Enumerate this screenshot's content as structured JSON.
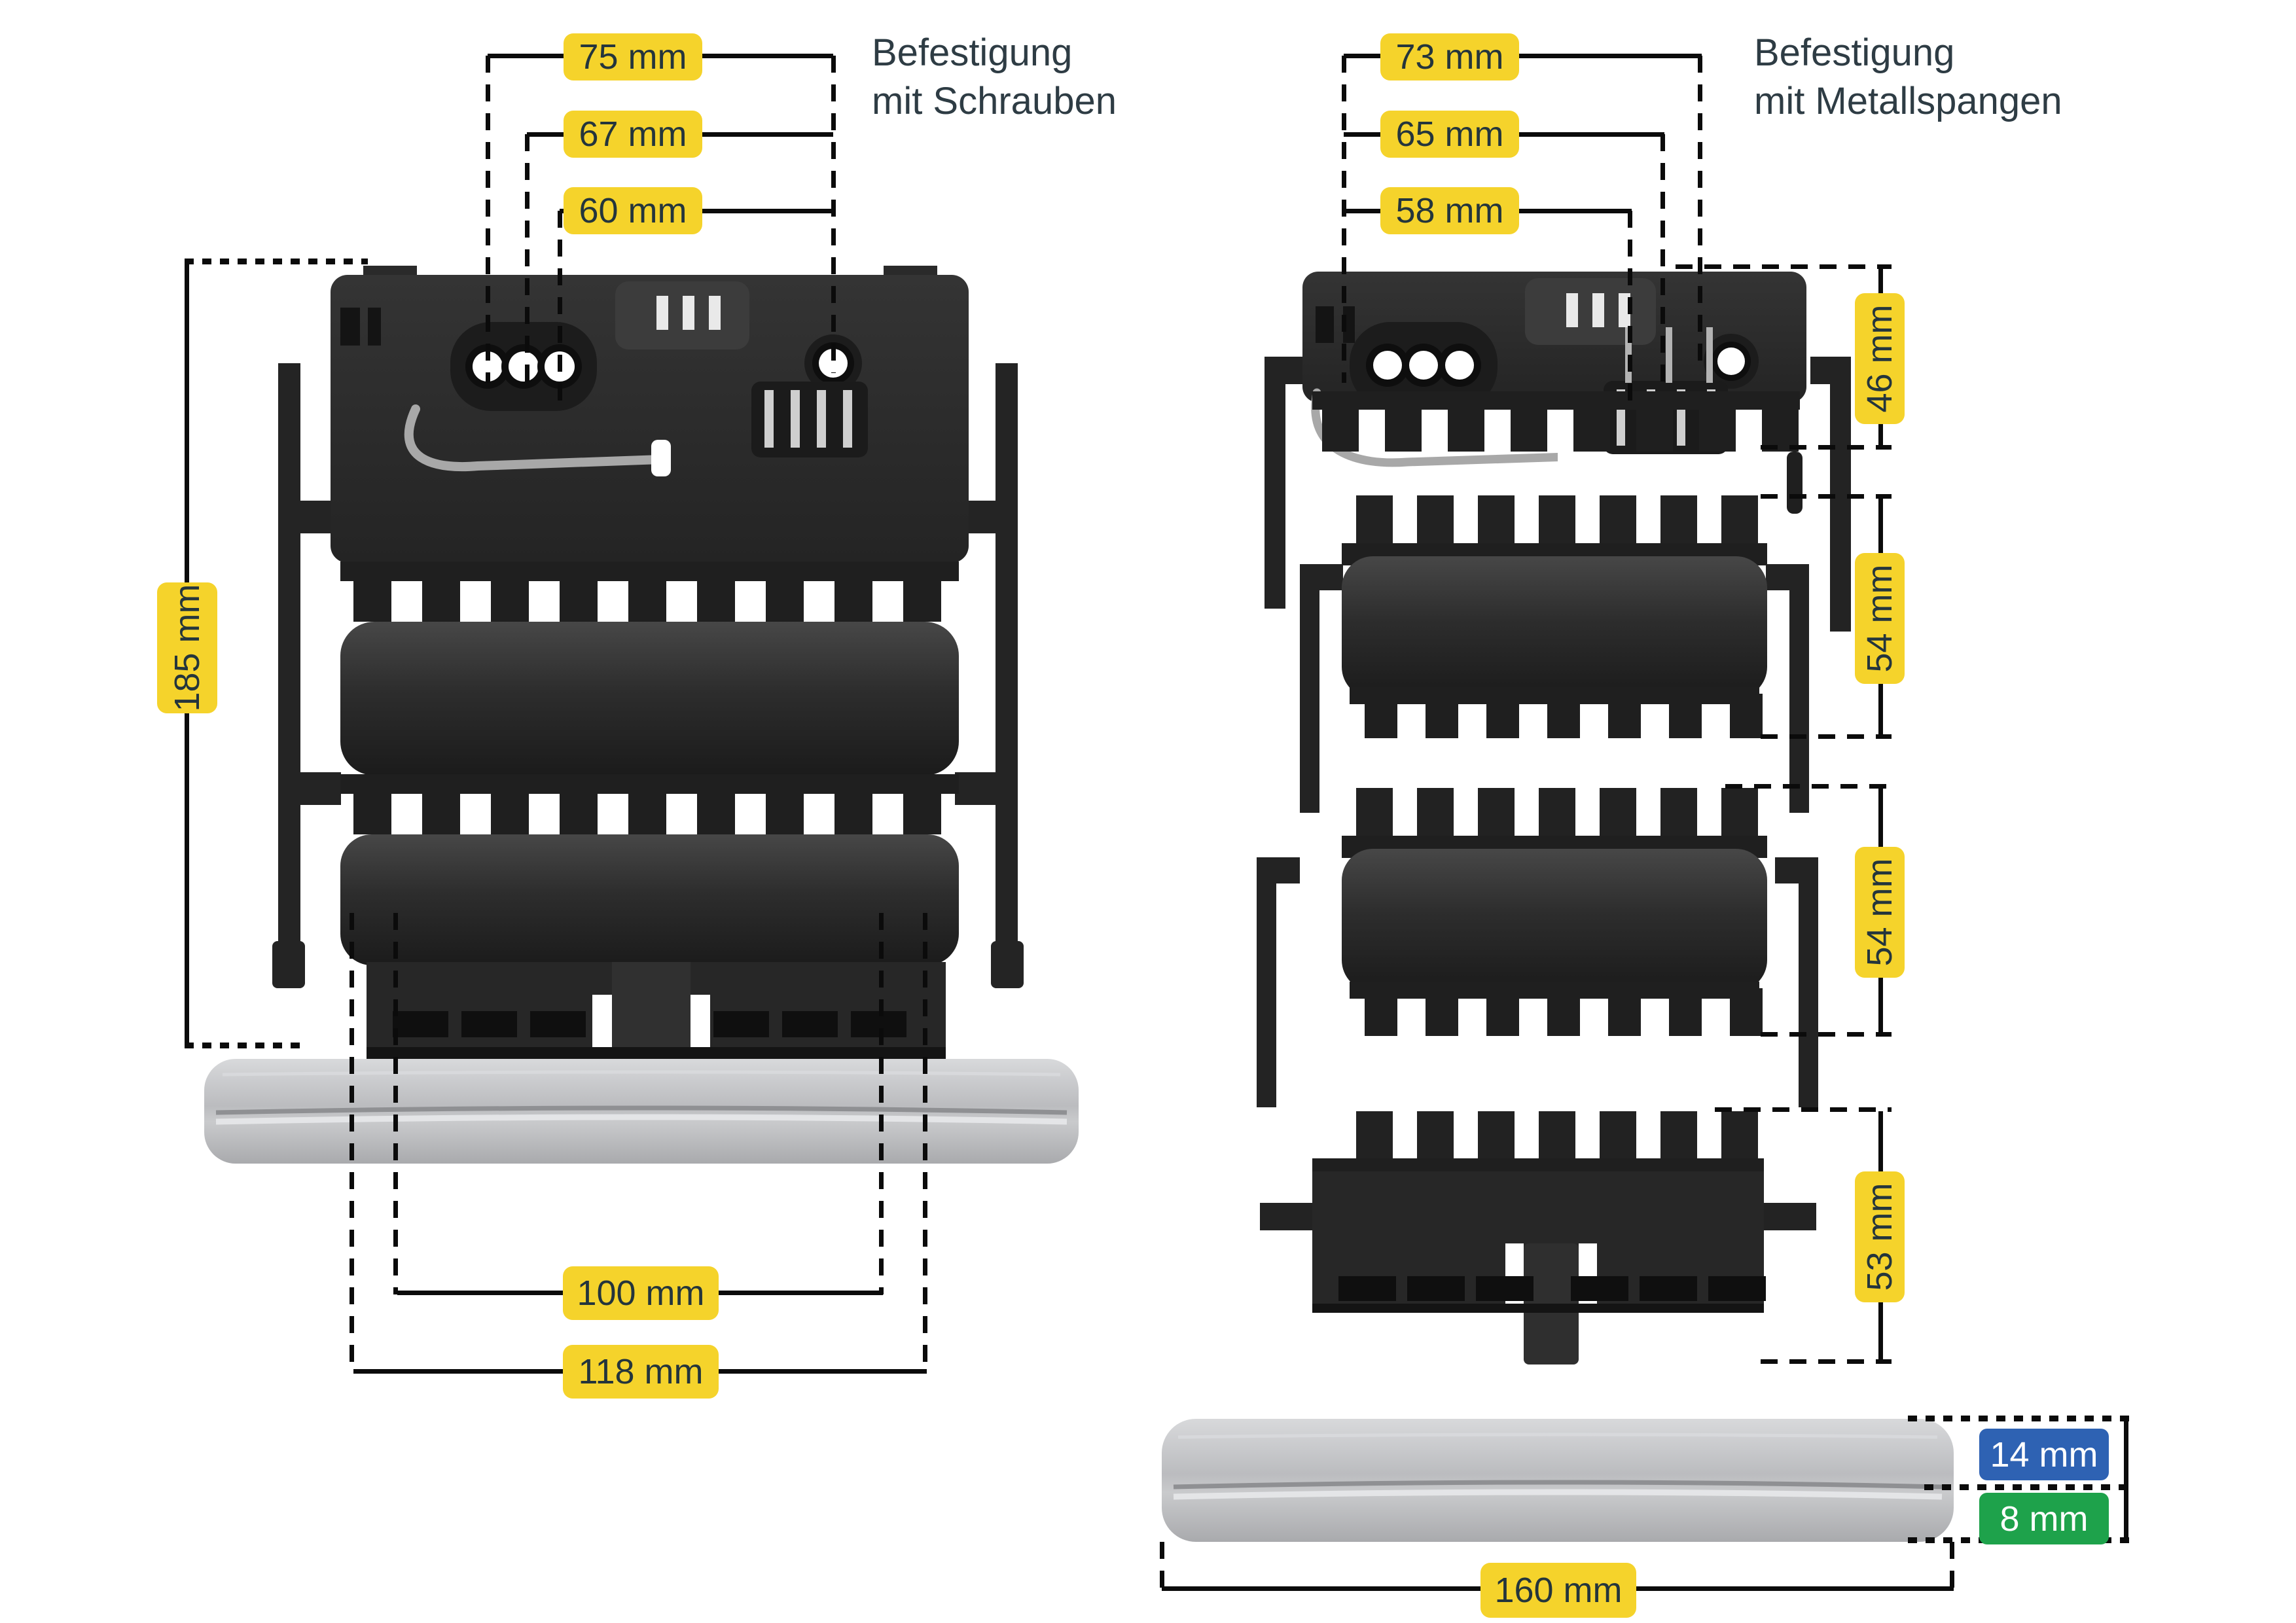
{
  "colors": {
    "accent_yellow": "#F5D32B",
    "accent_blue": "#2E62B3",
    "accent_green": "#1EA24B",
    "badge_text_dark": "#24353C",
    "title_text": "#2E3C44",
    "dimension_line": "#0B0B0B",
    "rail_gray": "#BEBFC2",
    "plastic_dark": "#262626"
  },
  "left_view": {
    "title_line1": "Befestigung",
    "title_line2": "mit Schrauben",
    "dims": {
      "width_75": "75 mm",
      "width_67": "67 mm",
      "width_60": "60 mm",
      "height_185": "185 mm",
      "width_100": "100 mm",
      "width_118": "118 mm"
    }
  },
  "right_view": {
    "title_line1": "Befestigung",
    "title_line2": "mit Metallspangen",
    "dims": {
      "width_73": "73 mm",
      "width_65": "65 mm",
      "width_58": "58 mm",
      "height_46": "46 mm",
      "height_54_upper": "54 mm",
      "height_54_lower": "54 mm",
      "height_53": "53 mm",
      "rail_height_14": "14 mm",
      "rail_lip_8": "8 mm",
      "rail_length_160": "160 mm"
    }
  }
}
